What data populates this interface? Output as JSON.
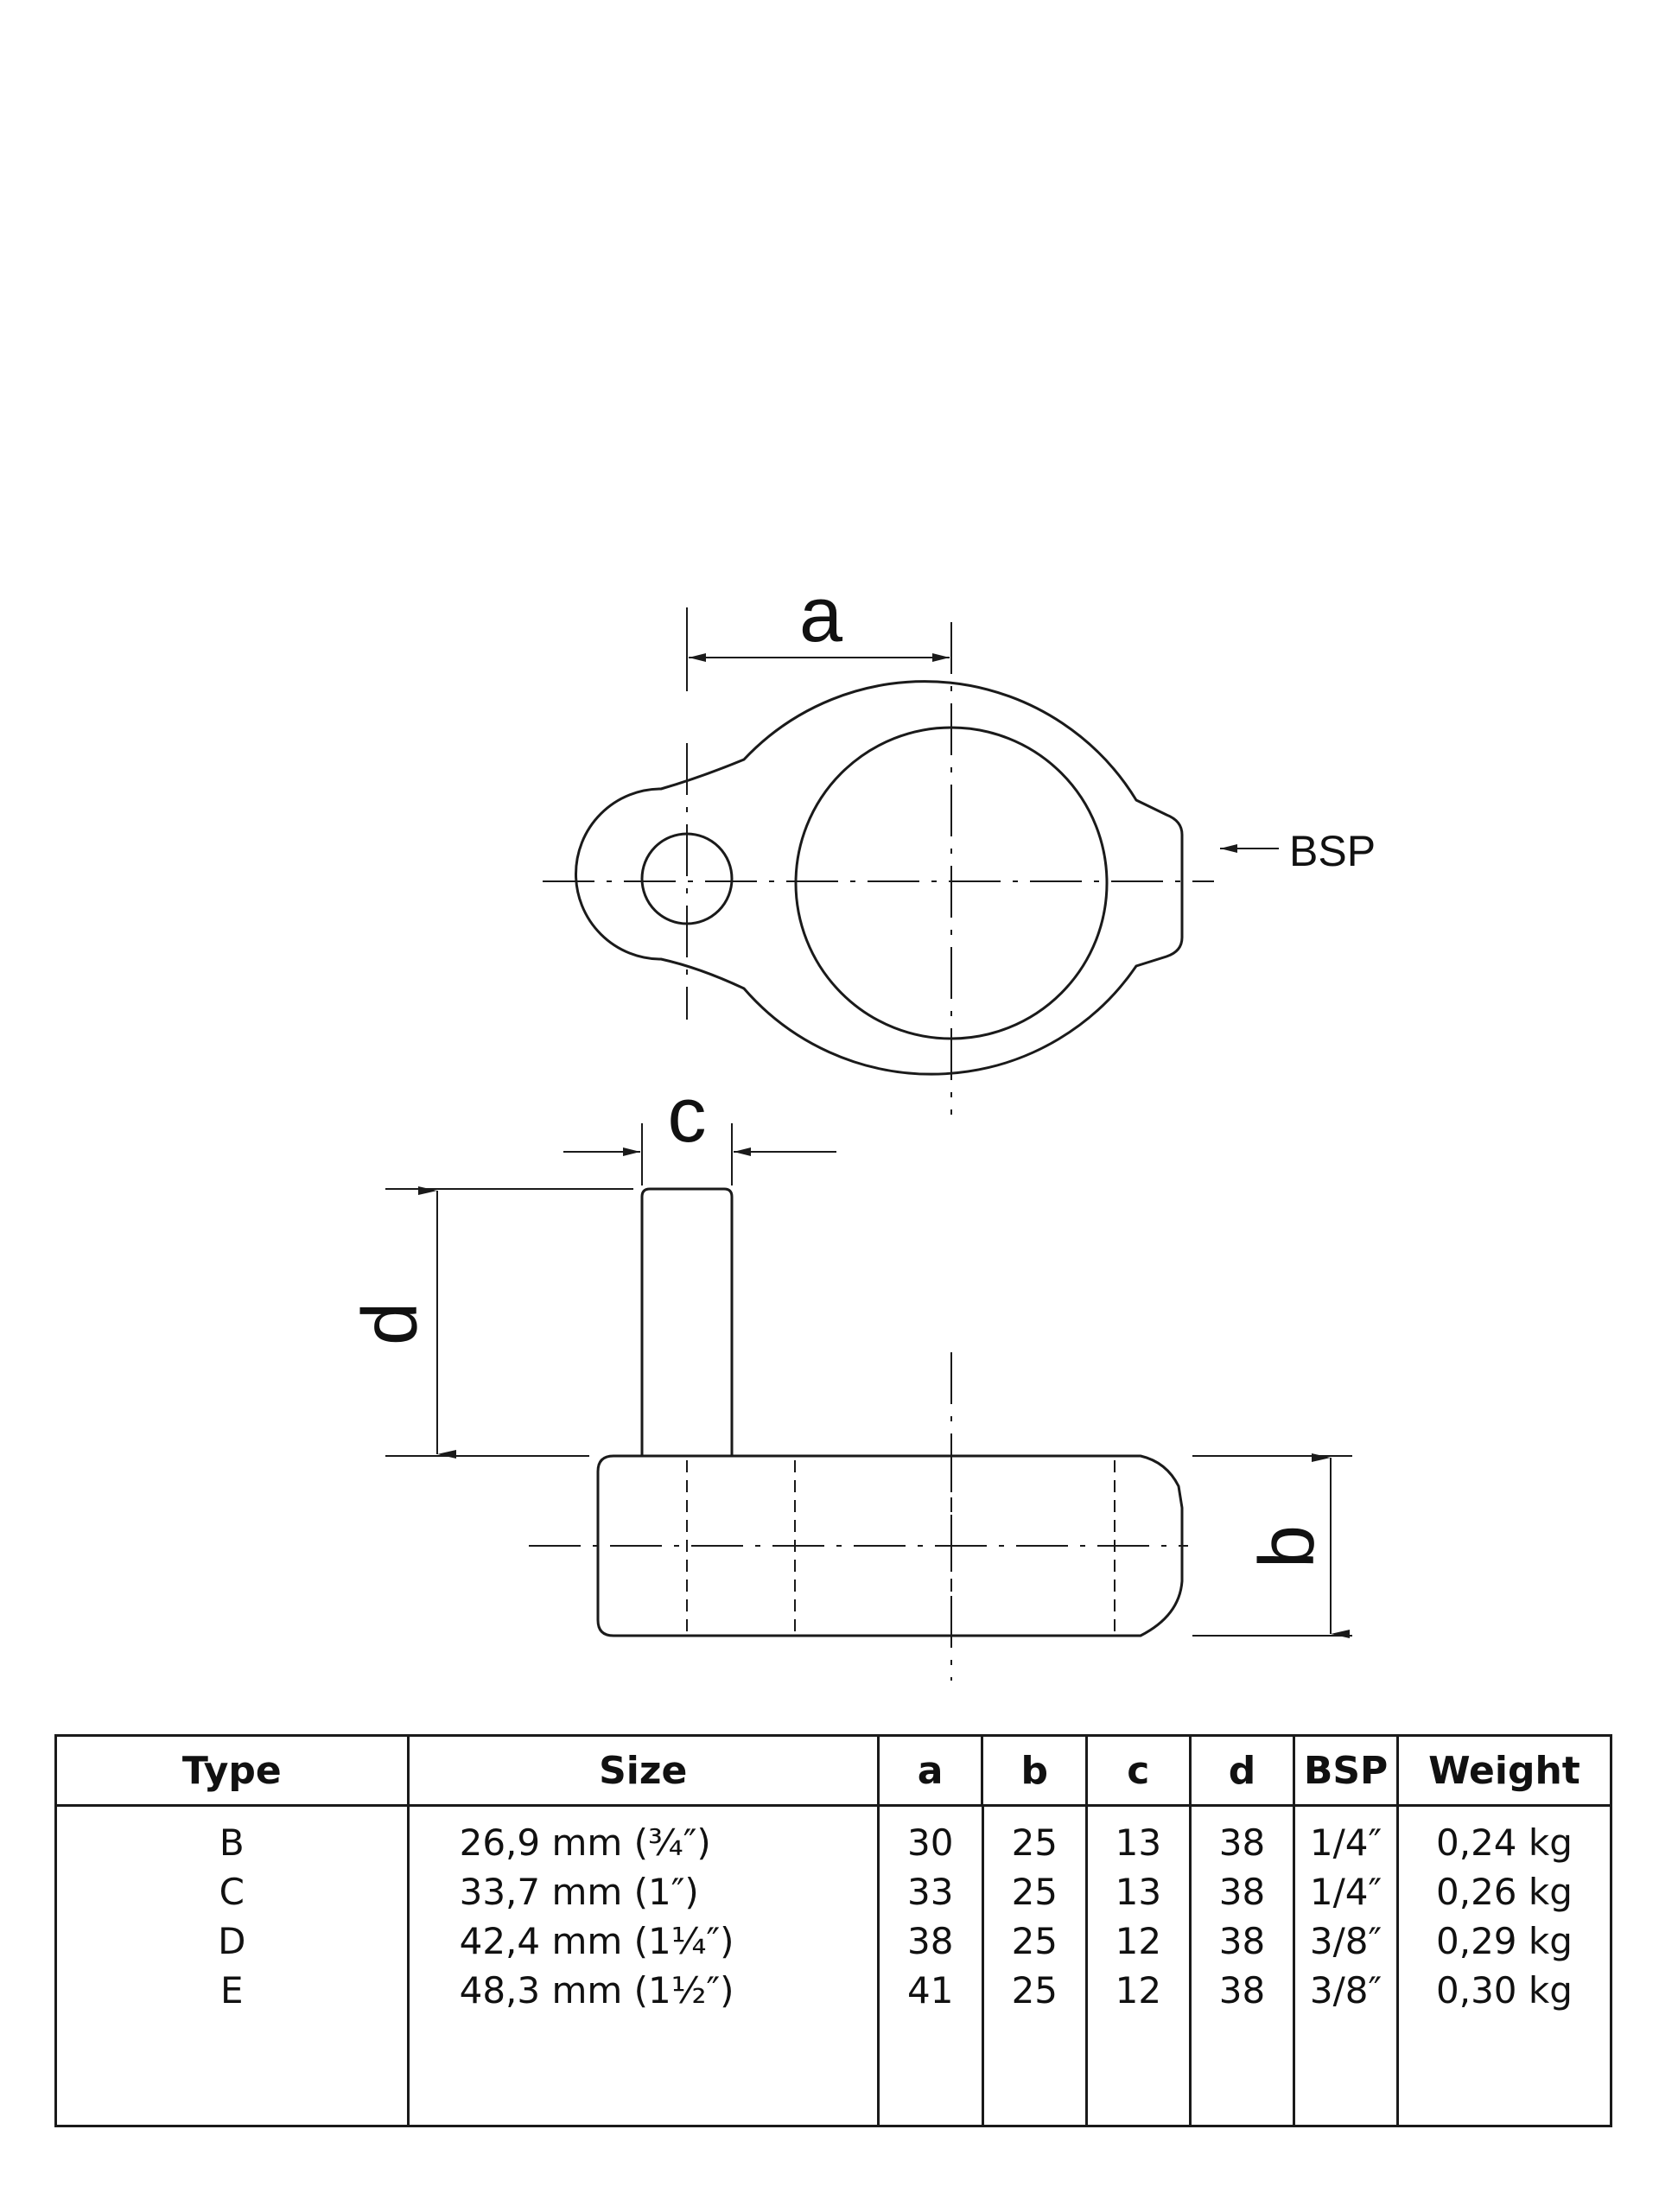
{
  "dimension_labels": {
    "a": "a",
    "b": "b",
    "c": "c",
    "d": "d",
    "bsp": "BSP"
  },
  "table": {
    "headers": [
      "Type",
      "Size",
      "a",
      "b",
      "c",
      "d",
      "BSP",
      "Weight"
    ],
    "rows": [
      [
        "B",
        "26,9 mm (¾″)",
        "30",
        "25",
        "13",
        "38",
        "1/4″",
        "0,24 kg"
      ],
      [
        "C",
        "33,7 mm (1″)",
        "33",
        "25",
        "13",
        "38",
        "1/4″",
        "0,26 kg"
      ],
      [
        "D",
        "42,4 mm (1¼″)",
        "38",
        "25",
        "12",
        "38",
        "3/8″",
        "0,29 kg"
      ],
      [
        "E",
        "48,3 mm (1½″)",
        "41",
        "25",
        "12",
        "38",
        "3/8″",
        "0,30 kg"
      ]
    ]
  }
}
